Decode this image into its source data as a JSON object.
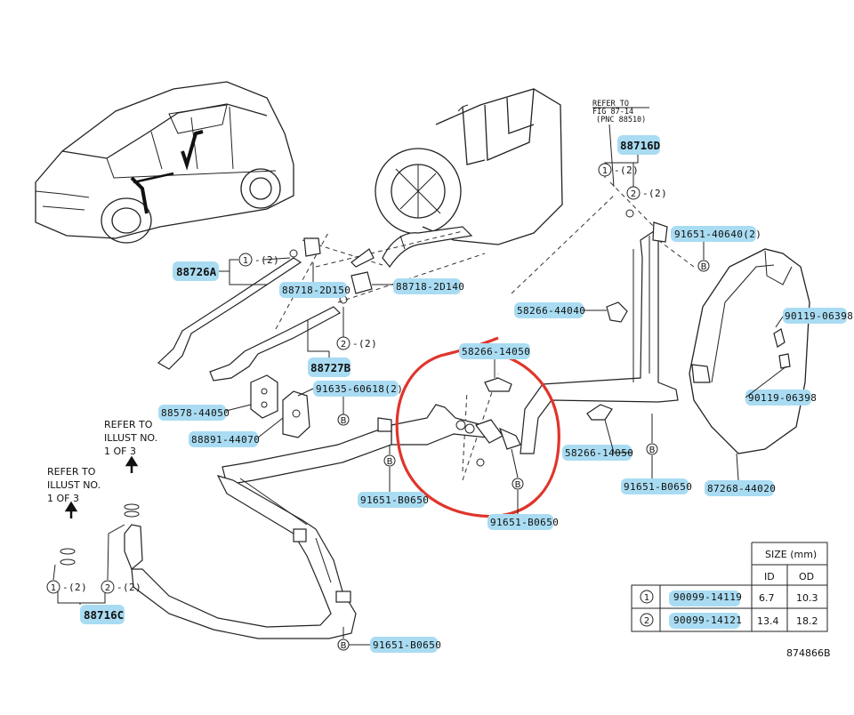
{
  "refer_note": {
    "line1": "REFER TO",
    "line2": "FIG 87-14",
    "line3": "(PNC 88510)"
  },
  "illust_note_a": {
    "line1": "REFER TO",
    "line2": "ILLUST NO.",
    "line3": "1 OF 3"
  },
  "illust_note_b": {
    "line1": "REFER TO",
    "line2": "ILLUST NO.",
    "line3": "1 OF 3"
  },
  "parts": {
    "p88716D": "88716D",
    "p91651_40640": "91651-40640(2)",
    "p58266_44040": "58266-44040",
    "p90119_a": "90119-06398",
    "p90119_b": "90119-06398",
    "p87268": "87268-44020",
    "p91651_b0650_r": "91651-B0650",
    "p58266_14050_r": "58266-14050",
    "p58266_14050_top": "58266-14050",
    "p91651_b0650_c": "91651-B0650",
    "p91651_b0650_l": "91651-B0650",
    "p91651_b0650_bot": "91651-B0650",
    "p88726A": "88726A",
    "p88718_2D150": "88718-2D150",
    "p88718_2D140": "88718-2D140",
    "p88727B": "88727B",
    "p91635": "91635-60618(2)",
    "p88578": "88578-44050",
    "p88891": "88891-44070",
    "p88716C": "88716C"
  },
  "callouts": {
    "one": "1",
    "two": "2",
    "b": "B",
    "qty2": "-(2)"
  },
  "size_table": {
    "header": "SIZE (mm)",
    "col_id": "ID",
    "col_od": "OD",
    "rows": [
      {
        "key": "1",
        "part": "90099-14119",
        "id": "6.7",
        "od": "10.3"
      },
      {
        "key": "2",
        "part": "90099-14121",
        "id": "13.4",
        "od": "18.2"
      }
    ]
  },
  "figure_code": "874866B",
  "colors": {
    "highlight": "#a9dcf2",
    "annotation_circle": "#e0352b"
  }
}
